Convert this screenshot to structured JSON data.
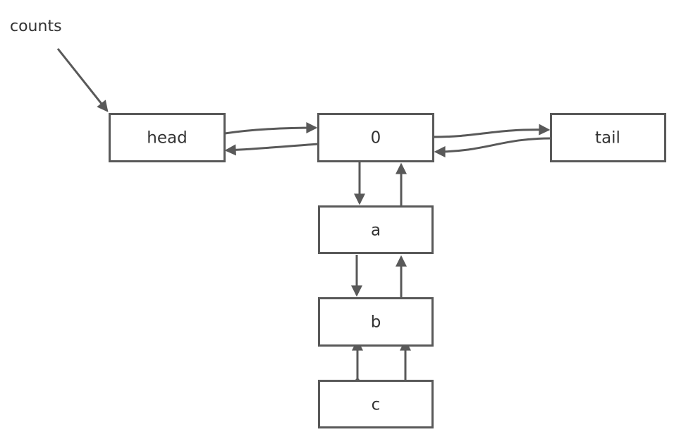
{
  "diagram": {
    "pointer_label": "counts",
    "nodes": {
      "head": {
        "label": "head"
      },
      "zero": {
        "label": "0"
      },
      "tail": {
        "label": "tail"
      },
      "a": {
        "label": "a"
      },
      "b": {
        "label": "b"
      },
      "c": {
        "label": "c"
      }
    }
  },
  "colors": {
    "stroke": "#595959",
    "text": "#333333",
    "background": "#ffffff"
  }
}
